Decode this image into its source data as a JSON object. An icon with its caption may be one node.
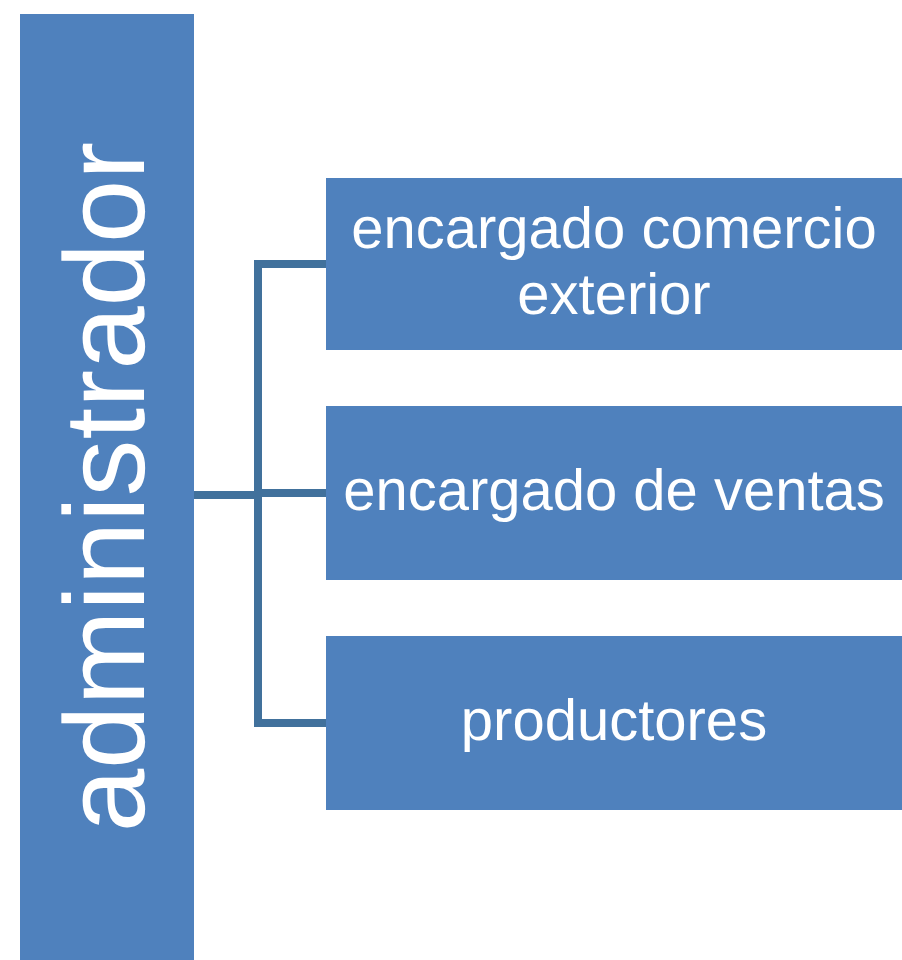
{
  "diagram": {
    "nodes": [
      {
        "text": [
          "administrador"
        ]
      },
      {
        "text": [
          "encargado comercio exterior"
        ]
      },
      {
        "text": [
          "encargado de ventas"
        ]
      },
      {
        "text": [
          "productores"
        ]
      }
    ],
    "edges": [
      {
        "from": 0,
        "to": 1,
        "arrow": "none"
      },
      {
        "from": 0,
        "to": 2,
        "arrow": "none"
      },
      {
        "from": 0,
        "to": 3,
        "arrow": "none"
      }
    ]
  }
}
